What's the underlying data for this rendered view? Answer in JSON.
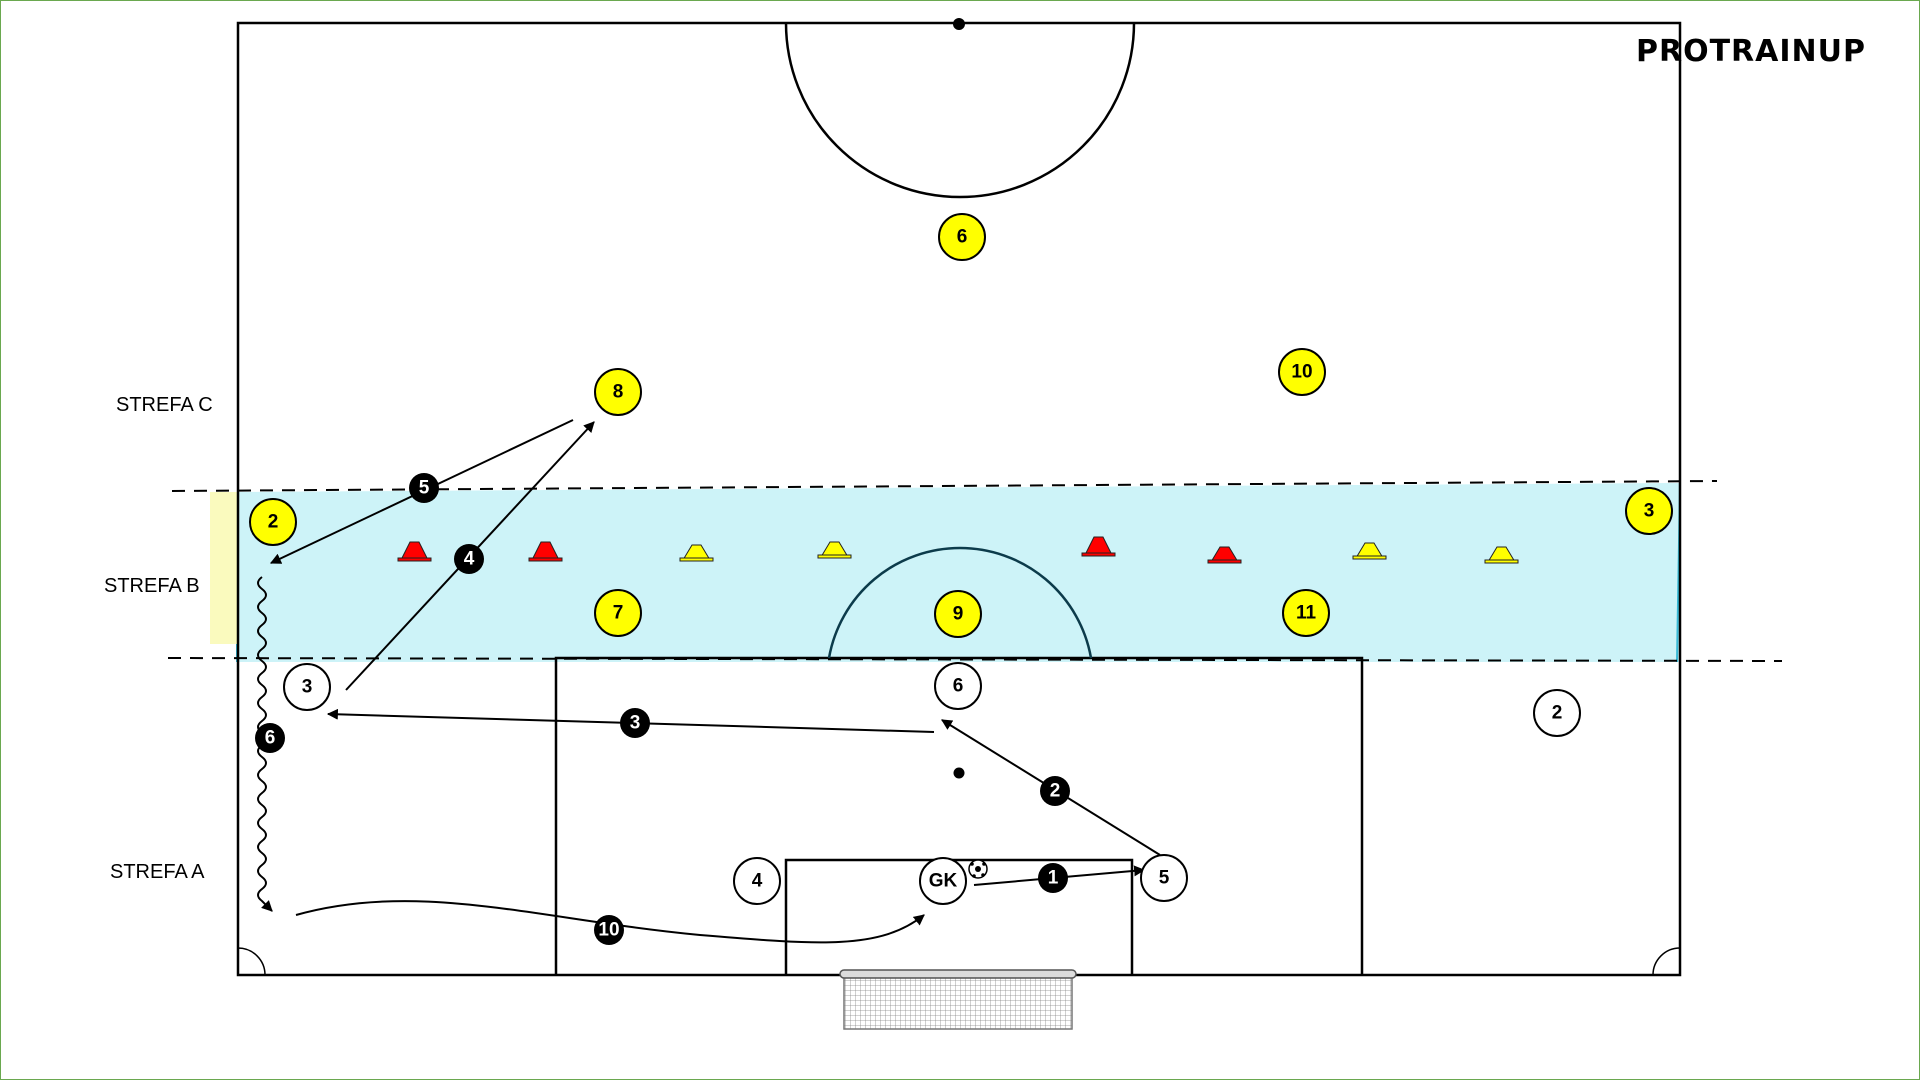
{
  "brand": "PROTRAINUP",
  "zones": [
    "STREFA C",
    "STREFA B",
    "STREFA A"
  ],
  "colors": {
    "zone_b_fill": "#cdf3f8",
    "zone_b_edge": "#37b9d6",
    "yellow_player": "#ffff00",
    "white_player": "#ffffff",
    "cone_red": "#ff0000",
    "cone_yellow": "#ffff00",
    "line": "#000000",
    "side_marker": "#fafabe"
  },
  "players": {
    "yellow": [
      "6",
      "8",
      "10",
      "2",
      "3",
      "7",
      "9",
      "11"
    ],
    "white": [
      "3",
      "6",
      "2",
      "4",
      "GK",
      "5"
    ]
  },
  "cones": [
    "red",
    "red",
    "yellow",
    "yellow",
    "red",
    "red",
    "yellow",
    "yellow"
  ],
  "ball_icon": "soccer-ball-icon",
  "sequence": [
    "1",
    "2",
    "3",
    "4",
    "5",
    "6",
    "10"
  ]
}
